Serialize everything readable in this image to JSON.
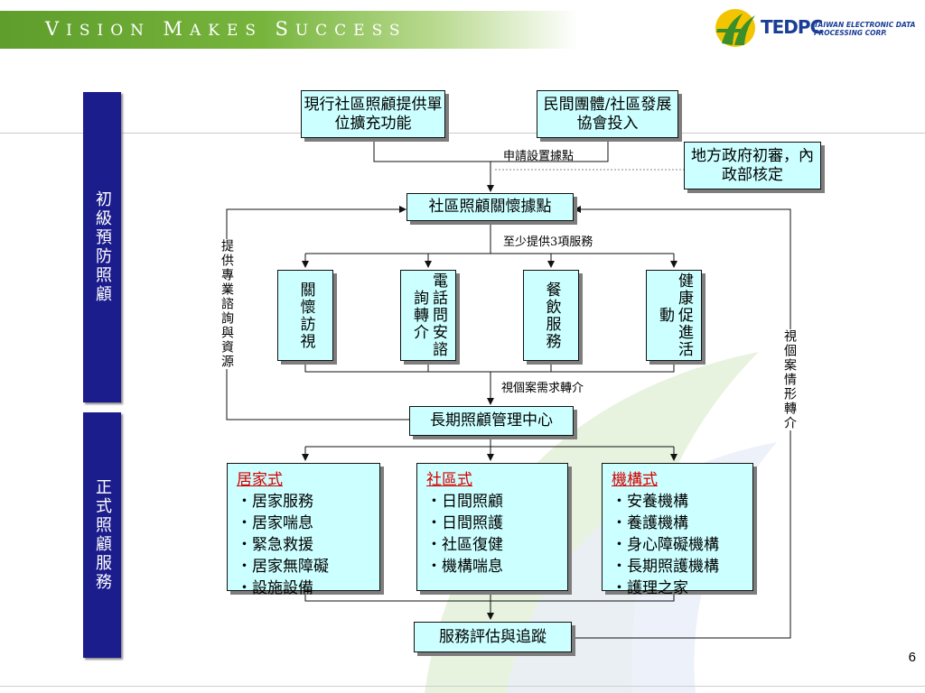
{
  "header": {
    "tagline_words": [
      "ISION",
      "AKES",
      "UCCESS"
    ],
    "tagline_caps": [
      "V",
      "M",
      "S"
    ],
    "logo_abbr": "TEDPC",
    "logo_name_line1": "TAIWAN ELECTRONIC DATA",
    "logo_name_line2": "PROCESSING CORP."
  },
  "side_bands": {
    "primary": "初級預防照顧",
    "formal": "正式照顧服務"
  },
  "nodes": {
    "existing_units": "現行社區照顧提供單位擴充功能",
    "civil_groups": "民間團體/社區發展協會投入",
    "local_gov": "地方政府初審，內政部核定",
    "care_point": "社區照顧關懷據點",
    "care_center": "長期照顧管理中心",
    "evaluation": "服務評估與追蹤"
  },
  "services": [
    {
      "label": "關懷訪視"
    },
    {
      "label": "電話問安諮詢轉介"
    },
    {
      "label": "餐飲服務"
    },
    {
      "label": "健康促進活動"
    }
  ],
  "edge_labels": {
    "apply": "申請設置據點",
    "min_services": "至少提供3項服務",
    "referral": "視個案需求轉介",
    "left_vertical": "提供專業諮詢與資源",
    "right_vertical": "視個案情形轉介"
  },
  "care_modes": [
    {
      "title": "居家式",
      "items": [
        "・居家服務",
        "・居家喘息",
        "・緊急救援",
        "・居家無障礙",
        "・設施設備"
      ]
    },
    {
      "title": "社區式",
      "items": [
        "・日間照顧",
        "・日間照護",
        "・社區復健",
        "・機構喘息"
      ]
    },
    {
      "title": "機構式",
      "items": [
        "・安養機構",
        "・養護機構",
        "・身心障礙機構",
        "・長期照護機構",
        "・護理之家"
      ]
    }
  ],
  "page_number": "6",
  "colors": {
    "band": "#1c1d8c",
    "box_fill": "#ccffff",
    "category_title": "#d40000",
    "header_green": "#6aab33"
  }
}
